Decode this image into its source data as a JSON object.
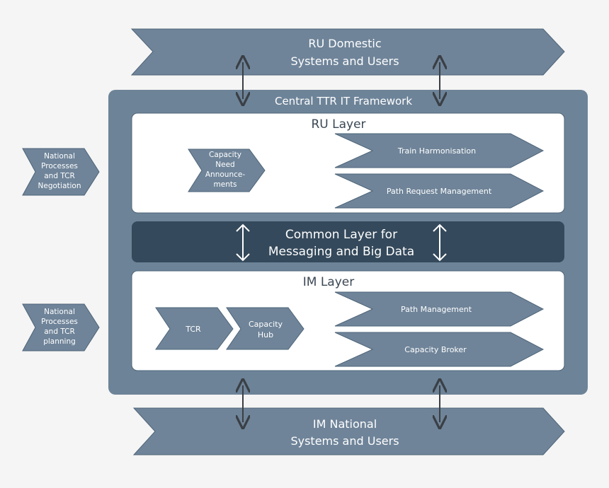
{
  "colors": {
    "background": "#f5f5f5",
    "chevron_fill": "#6f8499",
    "chevron_stroke": "#4e6478",
    "framework_fill": "#6d8398",
    "layer_fill": "#ffffff",
    "common_layer_fill": "#34495b",
    "text_light": "#ffffff",
    "text_dark": "#3b4754",
    "arrow_dark": "#3a3f45",
    "arrow_light": "#ffffff"
  },
  "top_system": {
    "line1": "RU Domestic",
    "line2": "Systems and Users"
  },
  "bottom_system": {
    "line1": "IM National",
    "line2": "Systems and Users"
  },
  "framework": {
    "title": "Central TTR IT Framework"
  },
  "ru_layer": {
    "title": "RU Layer",
    "capacity_need": [
      "Capacity",
      "Need",
      "Announce-",
      "ments"
    ],
    "modules": [
      "Train Harmonisation",
      "Path Request Management"
    ]
  },
  "common_layer": {
    "line1": "Common Layer for",
    "line2": "Messaging and Big Data"
  },
  "im_layer": {
    "title": "IM Layer",
    "tcr": "TCR",
    "capacity_hub": [
      "Capacity",
      "Hub"
    ],
    "modules": [
      "Path Management",
      "Capacity Broker"
    ]
  },
  "side_inputs": {
    "ru_side": [
      "National",
      "Processes",
      "and TCR",
      "Negotiation"
    ],
    "im_side": [
      "National",
      "Processes",
      "and TCR",
      "planning"
    ]
  },
  "icons": {
    "bidirectional_arrow": "double-headed-vertical-arrow"
  }
}
